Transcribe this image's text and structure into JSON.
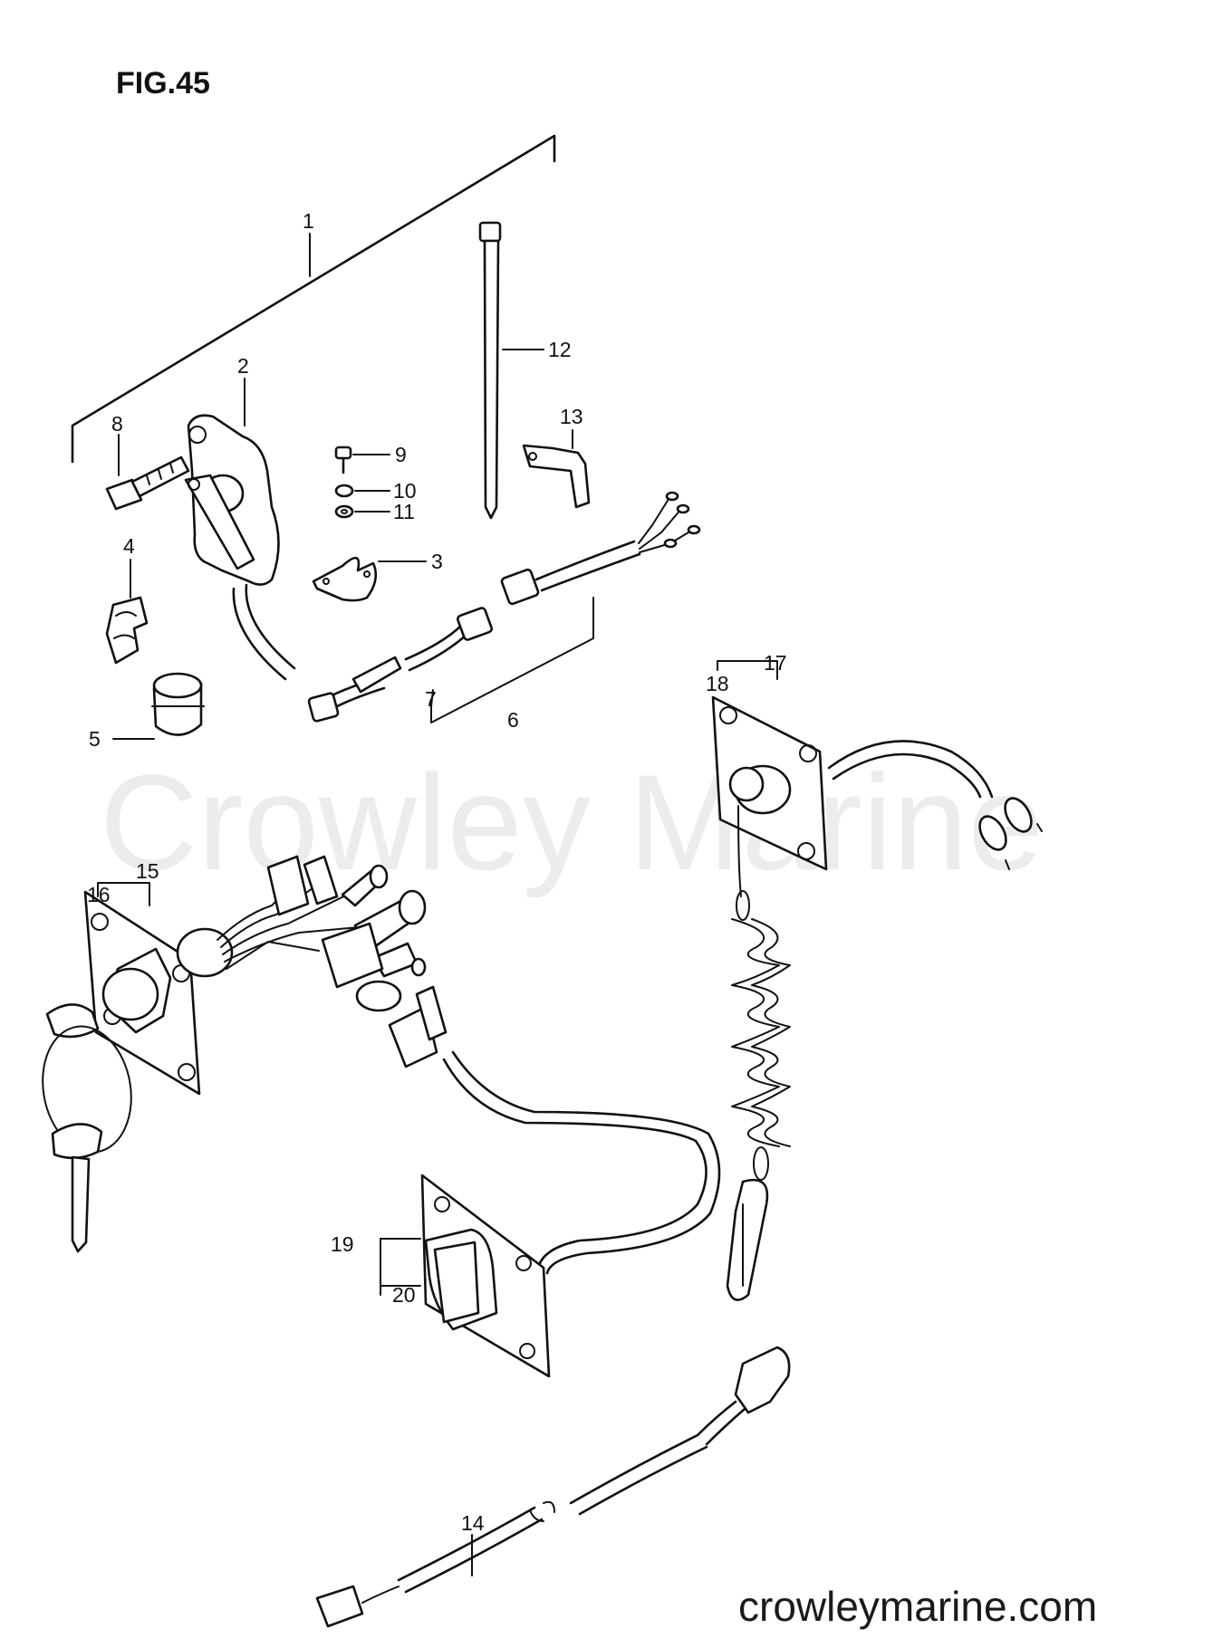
{
  "figure": {
    "title": "FIG.45"
  },
  "watermark": "Crowley Marine",
  "website": "crowleymarine.com",
  "callouts": {
    "p1": "1",
    "p2": "2",
    "p3": "3",
    "p4": "4",
    "p5": "5",
    "p6": "6",
    "p7": "7",
    "p8": "8",
    "p9": "9",
    "p10": "10",
    "p11": "11",
    "p12": "12",
    "p13": "13",
    "p14": "14",
    "p15": "15",
    "p16": "16",
    "p17": "17",
    "p18": "18",
    "p19": "19",
    "p20": "20"
  }
}
